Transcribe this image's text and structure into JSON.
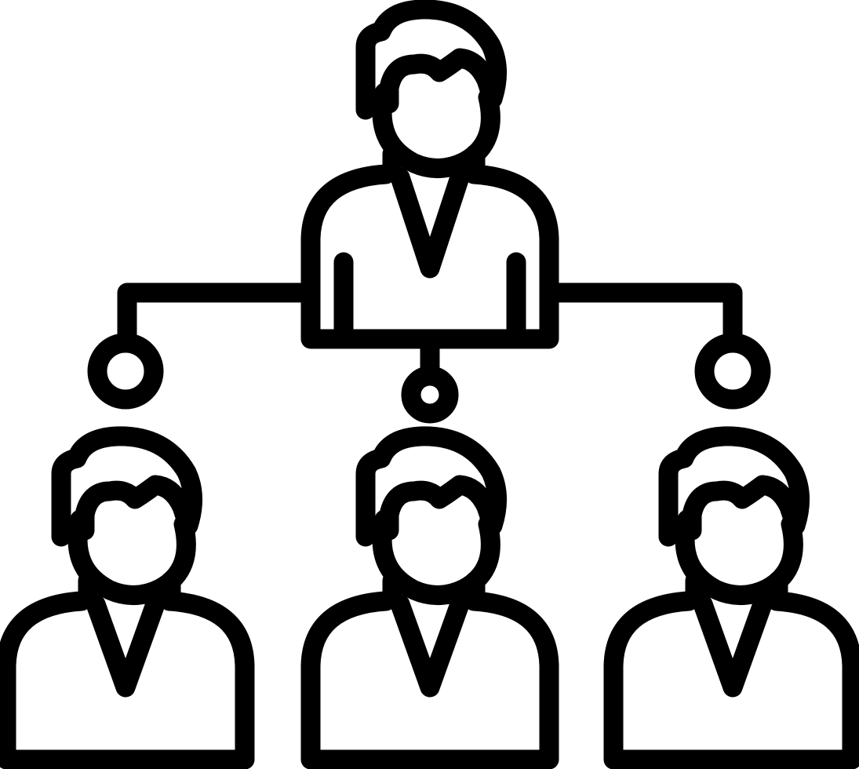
{
  "icon": {
    "name": "team-hierarchy-icon",
    "style": "outline",
    "stroke_color": "#000000",
    "background_color": "#ffffff",
    "figures": [
      "leader",
      "member",
      "member",
      "member"
    ],
    "connector_nodes": 3
  }
}
